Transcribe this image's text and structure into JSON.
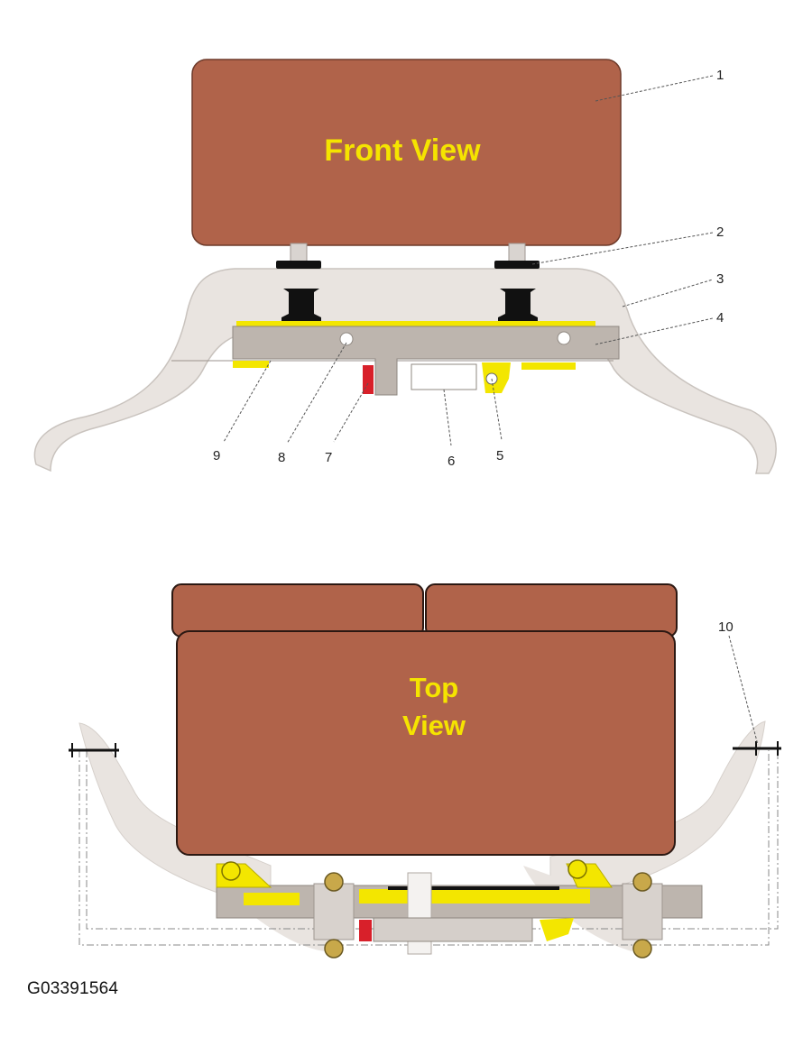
{
  "views": {
    "front": {
      "title": "Front View"
    },
    "top": {
      "title_line1": "Top",
      "title_line2": "View"
    }
  },
  "callouts": [
    "1",
    "2",
    "3",
    "4",
    "5",
    "6",
    "7",
    "8",
    "9",
    "10"
  ],
  "figure_id": "G03391564",
  "colors": {
    "headrest": "#b0634a",
    "frame": "#e9e4e0",
    "frame_stroke": "#c9c3be",
    "plate": "#bdb5ae",
    "strip": "#f3e600",
    "bushing": "#111111",
    "latch_red": "#d8202a",
    "title_yellow": "#f5e400"
  }
}
